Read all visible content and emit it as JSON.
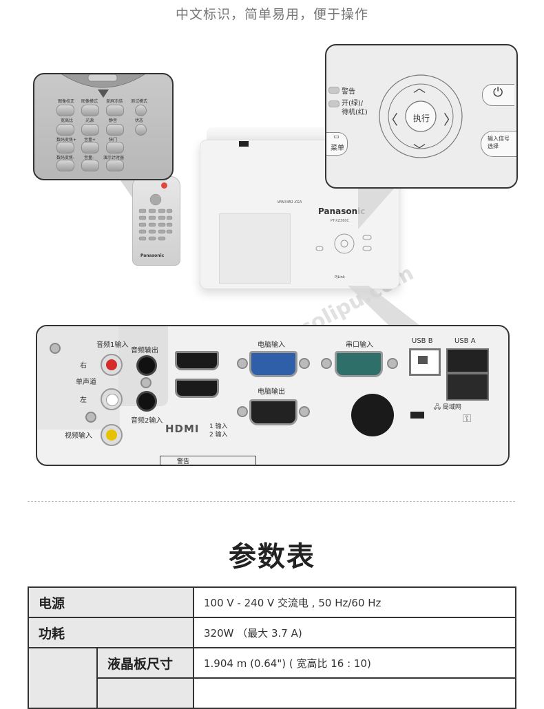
{
  "subtitle": "中文标识，简单易用，便于操作",
  "watermark": "科力普 colipu.com",
  "projector": {
    "brand": "Panasonic",
    "model": "PT-XZ360C",
    "tag": "WW34B1 XGA",
    "link": "PJLink"
  },
  "remote": {
    "brand": "Panasonic",
    "button_labels": [
      "图像校正",
      "图像模式",
      "单屏冻结",
      "测试模式",
      "宽高比",
      "光源",
      "静音",
      "状态",
      "数码变焦+",
      "音量+",
      "快门",
      "数码变焦-",
      "音量-",
      "演示计时器"
    ]
  },
  "panel": {
    "warning": "警告",
    "power_status": "开(绿)/\n待机(红)",
    "enter": "执行",
    "menu": "菜单",
    "input_select": "输入信号\n选择"
  },
  "rear": {
    "audio_in_1": "音频1输入",
    "audio_out": "音频输出",
    "right": "右",
    "mono": "单声道",
    "left": "左",
    "audio_in_2": "音频2输入",
    "video_in": "视频输入",
    "hdmi_logo": "HDMI",
    "hdmi_1": "1 输入",
    "hdmi_2": "2 输入",
    "computer_in": "电脑输入",
    "computer_out": "电脑输出",
    "serial_in": "串口输入",
    "usb_b": "USB B",
    "usb_a": "USB A",
    "lan": "局域网",
    "warning": "警告"
  },
  "heading": "参数表",
  "spec_table": {
    "rows": [
      {
        "key": "电源",
        "value": "100 V - 240 V 交流电 , 50 Hz/60 Hz"
      },
      {
        "key": "功耗",
        "value": "320W （最大 3.7 A)"
      },
      {
        "key": "液晶板尺寸",
        "value": "1.904 m (0.64\") ( 宽高比 16 : 10)"
      }
    ]
  },
  "colors": {
    "frame": "#333333",
    "key_bg": "#e8e8e8",
    "vga_in": "#2f5fa8",
    "serial": "#2f6f6a",
    "rca_red": "#d52b2b",
    "rca_yellow": "#e6c200"
  }
}
